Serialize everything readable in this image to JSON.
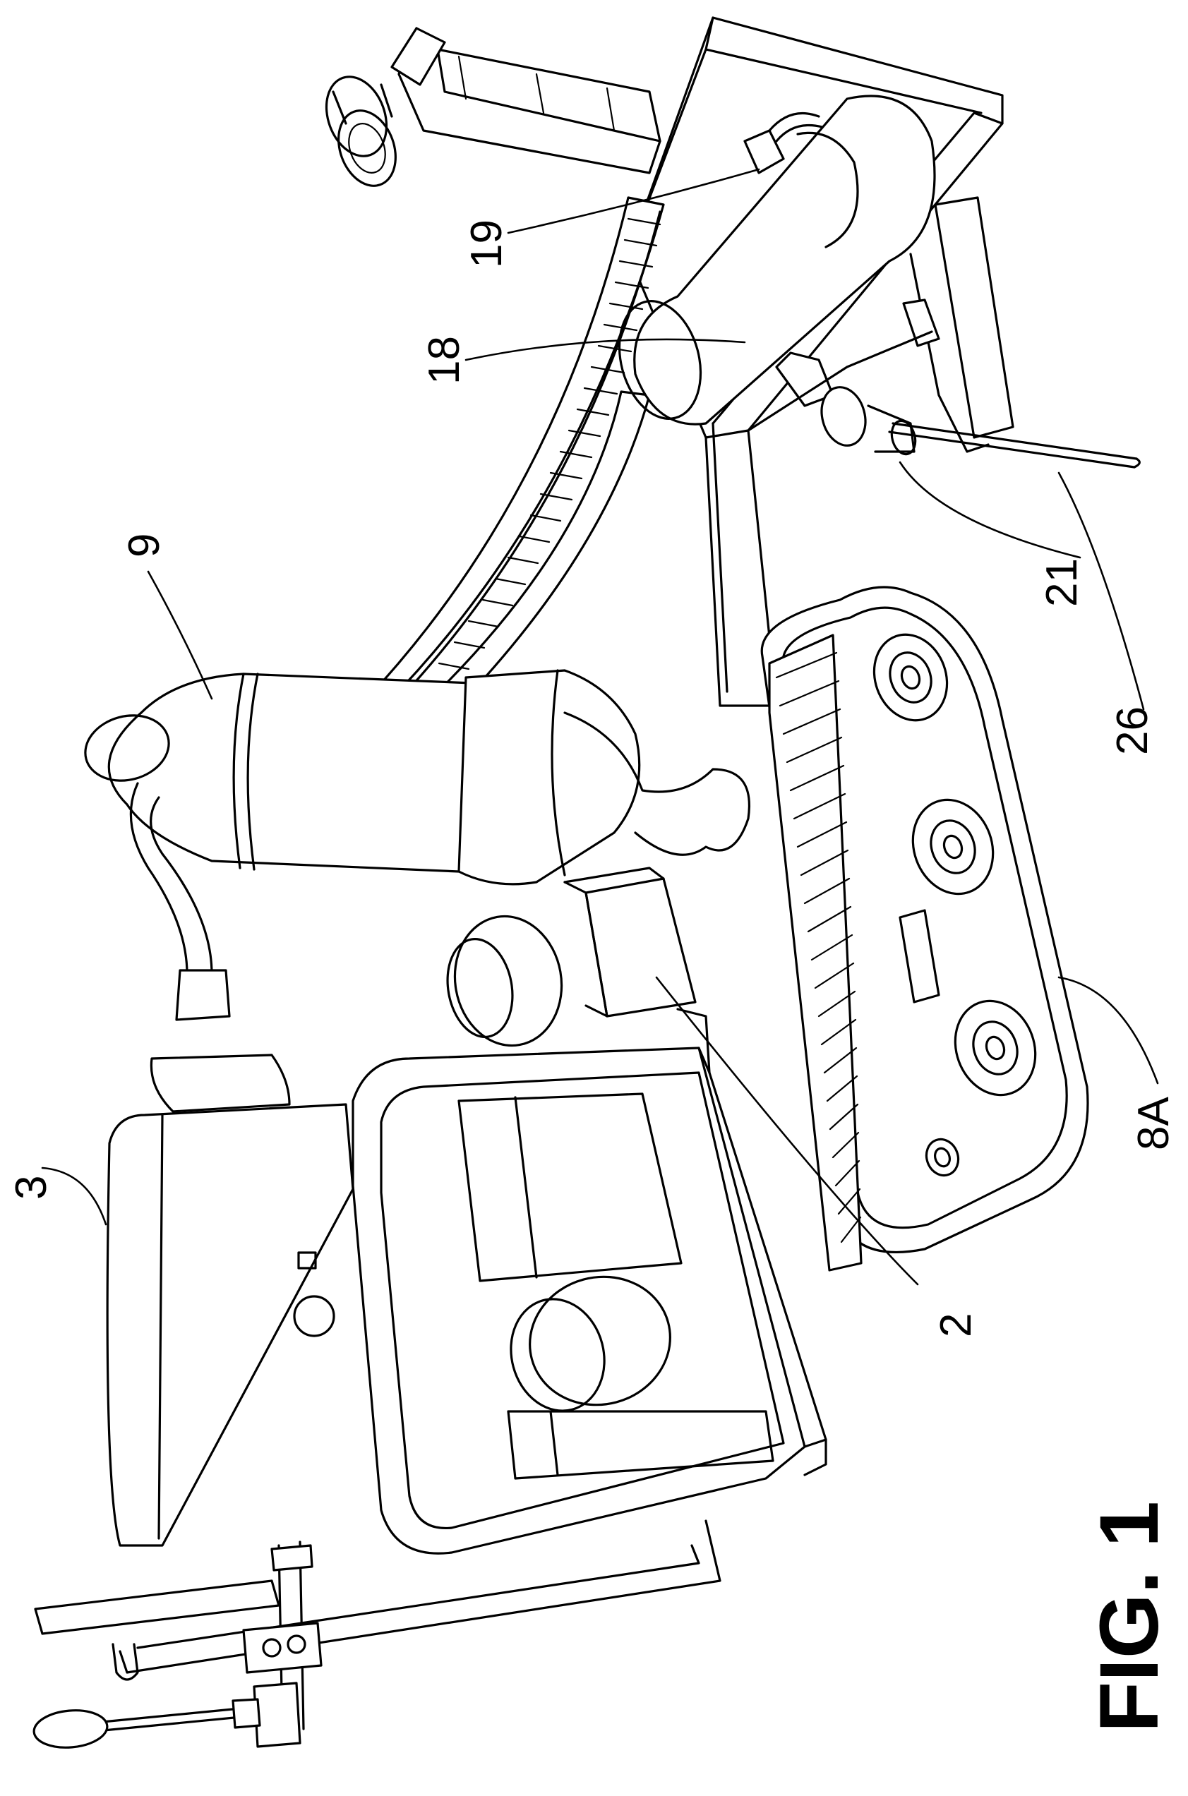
{
  "figure_label": "FIG. 1",
  "reference_numerals": {
    "r3": "3",
    "r9": "9",
    "r2": "2",
    "r18": "18",
    "r19": "19",
    "r21": "21",
    "r26": "26",
    "r8a": "8A"
  }
}
